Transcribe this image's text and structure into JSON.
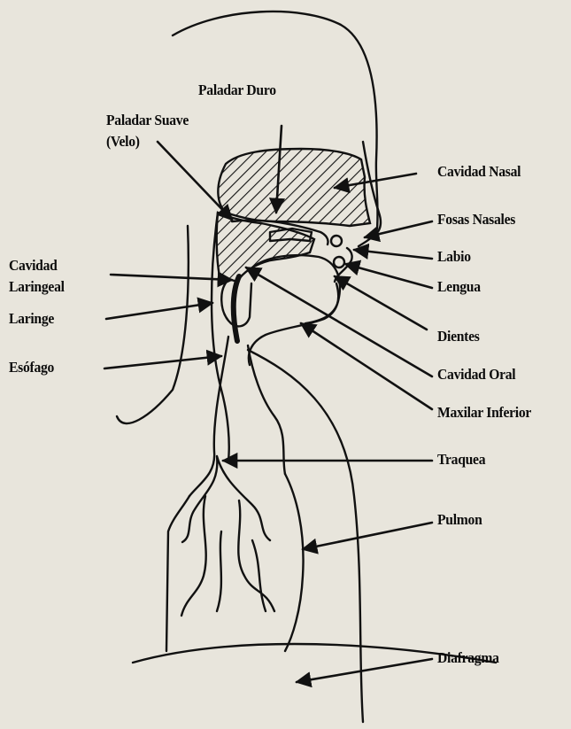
{
  "labels": {
    "paladar_duro": "Paladar Duro",
    "paladar_suave_1": "Paladar Suave",
    "paladar_suave_2": "(Velo)",
    "cavidad_nasal": "Cavidad Nasal",
    "fosas_nasales": "Fosas Nasales",
    "labio": "Labio",
    "lengua": "Lengua",
    "cavidad_laringeal_1": "Cavidad",
    "cavidad_laringeal_2": "Laringeal",
    "laringe": "Laringe",
    "esofago": "Esófago",
    "dientes": "Dientes",
    "cavidad_oral": "Cavidad Oral",
    "maxilar_inferior": "Maxilar Inferior",
    "traquea": "Traquea",
    "pulmon": "Pulmon",
    "diafragma": "Diafragma"
  },
  "colors": {
    "ink": "#111111",
    "paper": "#e8e5dc"
  }
}
